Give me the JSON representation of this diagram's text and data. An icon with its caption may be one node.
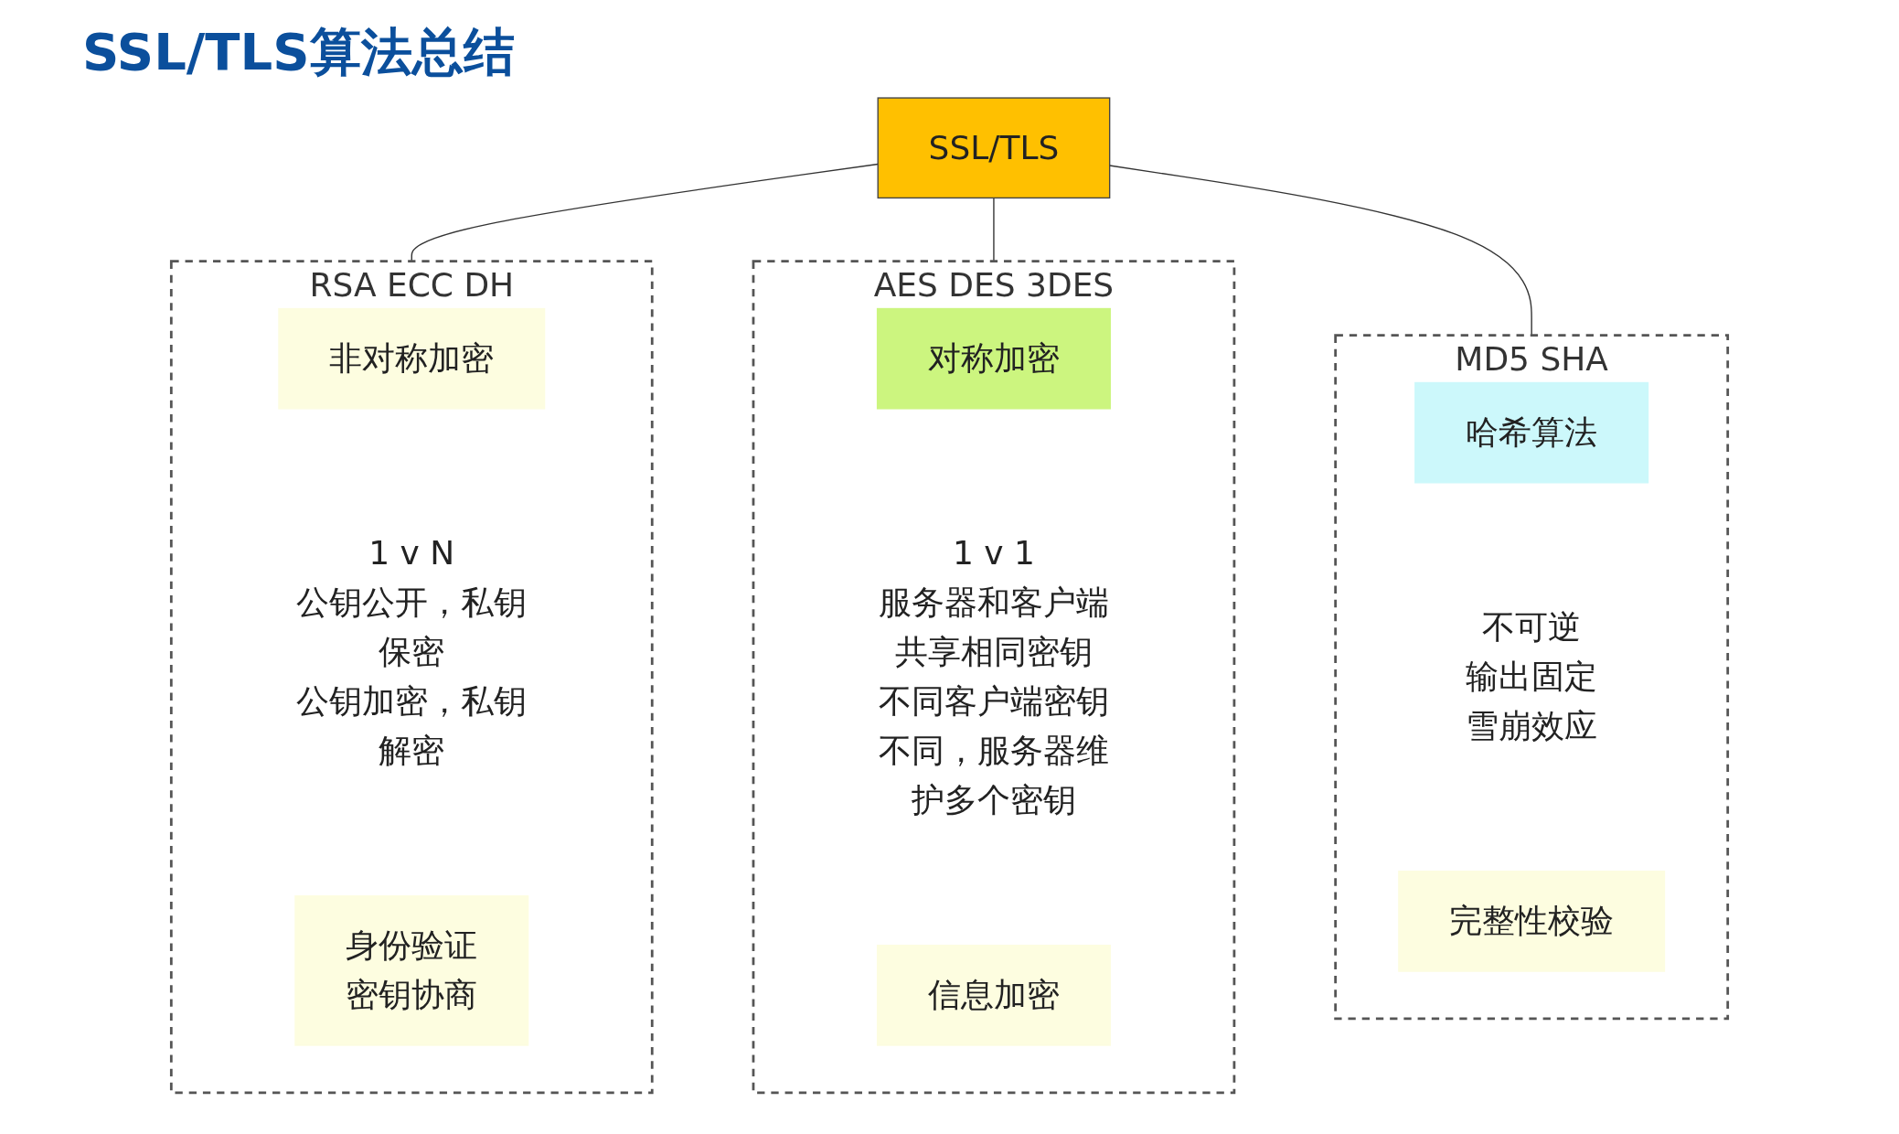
{
  "diagram": {
    "title": "SSL/TLS算法总结",
    "nodes": [
      {
        "text": [
          "SSL/TLS"
        ]
      },
      {
        "text": [
          "RSA ECC DH"
        ]
      },
      {
        "text": [
          "非对称加密"
        ],
        "in": 1,
        "beside": [
          "1 v N",
          "公钥公开，私钥保密",
          "公钥加密，私钥解密"
        ]
      },
      {
        "text": [
          "身份验证",
          "密钥协商"
        ],
        "in": 1
      },
      {
        "text": [
          "AES DES 3DES"
        ]
      },
      {
        "text": [
          "对称加密"
        ],
        "in": 4,
        "beside": [
          "1 v 1",
          "服务器和客户端共享相同密钥",
          "不同客户端密钥不同，服务器维护多个密钥"
        ]
      },
      {
        "text": [
          "信息加密"
        ],
        "in": 4
      },
      {
        "text": [
          "MD5 SHA"
        ]
      },
      {
        "text": [
          "哈希算法"
        ],
        "in": 7,
        "beside": [
          "不可逆",
          "输出固定",
          "雪崩效应"
        ]
      },
      {
        "text": [
          "完整性校验"
        ],
        "in": 7
      }
    ],
    "edges": [
      {
        "from": 0,
        "to": 1,
        "arrow": "none"
      },
      {
        "from": 0,
        "to": 4,
        "arrow": "none"
      },
      {
        "from": 0,
        "to": 7,
        "arrow": "none"
      }
    ]
  }
}
